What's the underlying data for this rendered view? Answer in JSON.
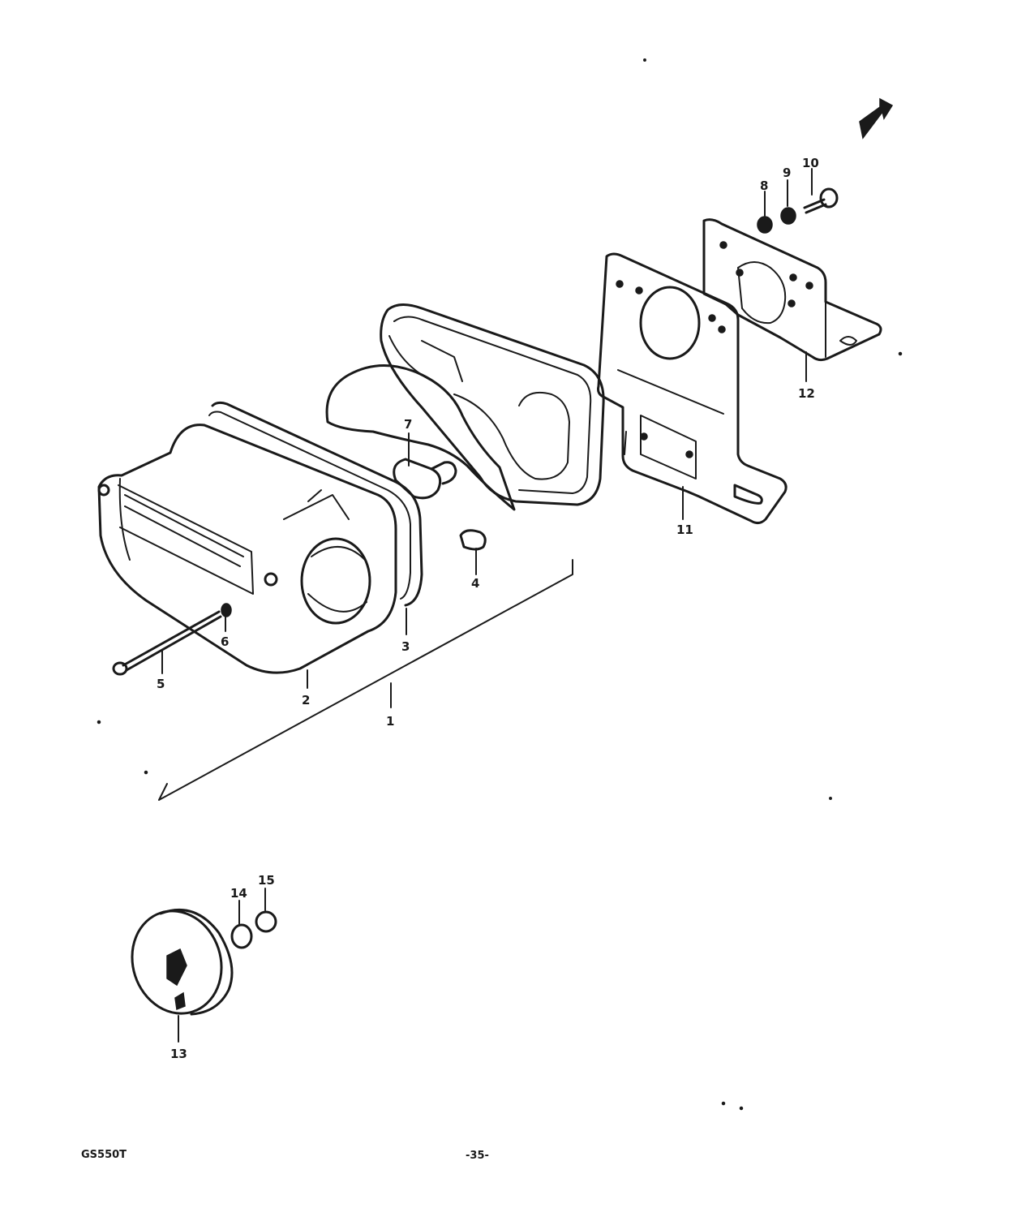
{
  "diagram": {
    "part_labels": [
      "1",
      "2",
      "3",
      "4",
      "5",
      "6",
      "7",
      "8",
      "9",
      "10",
      "11",
      "12",
      "13",
      "14",
      "15"
    ]
  },
  "footer": {
    "model_code": "GS550T",
    "page_number": "-35-"
  }
}
